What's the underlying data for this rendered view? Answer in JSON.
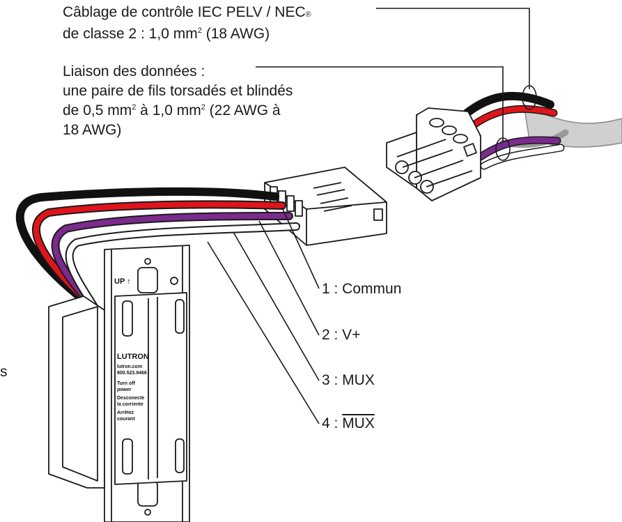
{
  "callouts": {
    "wiring": {
      "line1_a": "Câblage de contrôle IEC PELV / NEC",
      "line1_reg": "®",
      "line2_a": "de classe 2 : 1,0 mm",
      "line2_sup": "2",
      "line2_b": " (18 AWG)"
    },
    "data_link": {
      "line1": "Liaison des données :",
      "line2": "une paire de fils torsadés et blindés",
      "line3_a": "de 0,5 mm",
      "line3_sup1": "2",
      "line3_b": " à 1,0 mm",
      "line3_sup2": "2",
      "line3_c": " (22 AWG à",
      "line4": "18 AWG)"
    }
  },
  "terminals": [
    {
      "label": "1 : Commun"
    },
    {
      "label": "2 : V+"
    },
    {
      "label": "3 : MUX"
    },
    {
      "prefix": "4 : ",
      "overlined": "MUX"
    }
  ],
  "edge_fragment": "s",
  "device": {
    "up_label": "UP ↑",
    "brand": "LUTRON",
    "website": "lutron.com",
    "phone": "800.523.9466",
    "warn_en_1": "Turn off",
    "warn_en_2": "power",
    "warn_es_1": "Desconecte",
    "warn_es_2": "la corriente",
    "warn_fr_1": "Arrêtez",
    "warn_fr_2": "courant"
  },
  "colors": {
    "wire_black": "#111111",
    "wire_red": "#e0141b",
    "wire_purple": "#7b2a8e",
    "wire_white": "#ffffff",
    "cable_gray": "#9a9a9a",
    "line_art": "#1a1a1a"
  }
}
